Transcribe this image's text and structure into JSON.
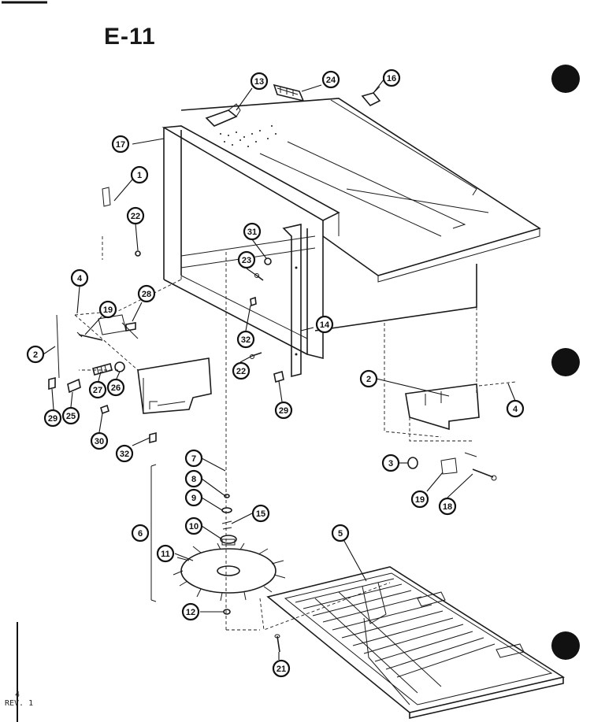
{
  "header": {
    "title": "E-11"
  },
  "footer": {
    "page_number": "4",
    "revision": "REV. 1"
  },
  "colors": {
    "ink": "#1a1a1a",
    "paper": "#ffffff"
  },
  "callouts": [
    {
      "label": "13"
    },
    {
      "label": "24"
    },
    {
      "label": "16"
    },
    {
      "label": "17"
    },
    {
      "label": "1"
    },
    {
      "label": "22"
    },
    {
      "label": "31"
    },
    {
      "label": "23"
    },
    {
      "label": "4"
    },
    {
      "label": "19"
    },
    {
      "label": "28"
    },
    {
      "label": "14"
    },
    {
      "label": "2"
    },
    {
      "label": "32"
    },
    {
      "label": "22"
    },
    {
      "label": "27"
    },
    {
      "label": "26"
    },
    {
      "label": "29"
    },
    {
      "label": "29"
    },
    {
      "label": "25"
    },
    {
      "label": "30"
    },
    {
      "label": "2"
    },
    {
      "label": "4"
    },
    {
      "label": "32"
    },
    {
      "label": "7"
    },
    {
      "label": "8"
    },
    {
      "label": "9"
    },
    {
      "label": "15"
    },
    {
      "label": "10"
    },
    {
      "label": "3"
    },
    {
      "label": "19"
    },
    {
      "label": "18"
    },
    {
      "label": "6"
    },
    {
      "label": "11"
    },
    {
      "label": "5"
    },
    {
      "label": "12"
    },
    {
      "label": "21"
    }
  ]
}
